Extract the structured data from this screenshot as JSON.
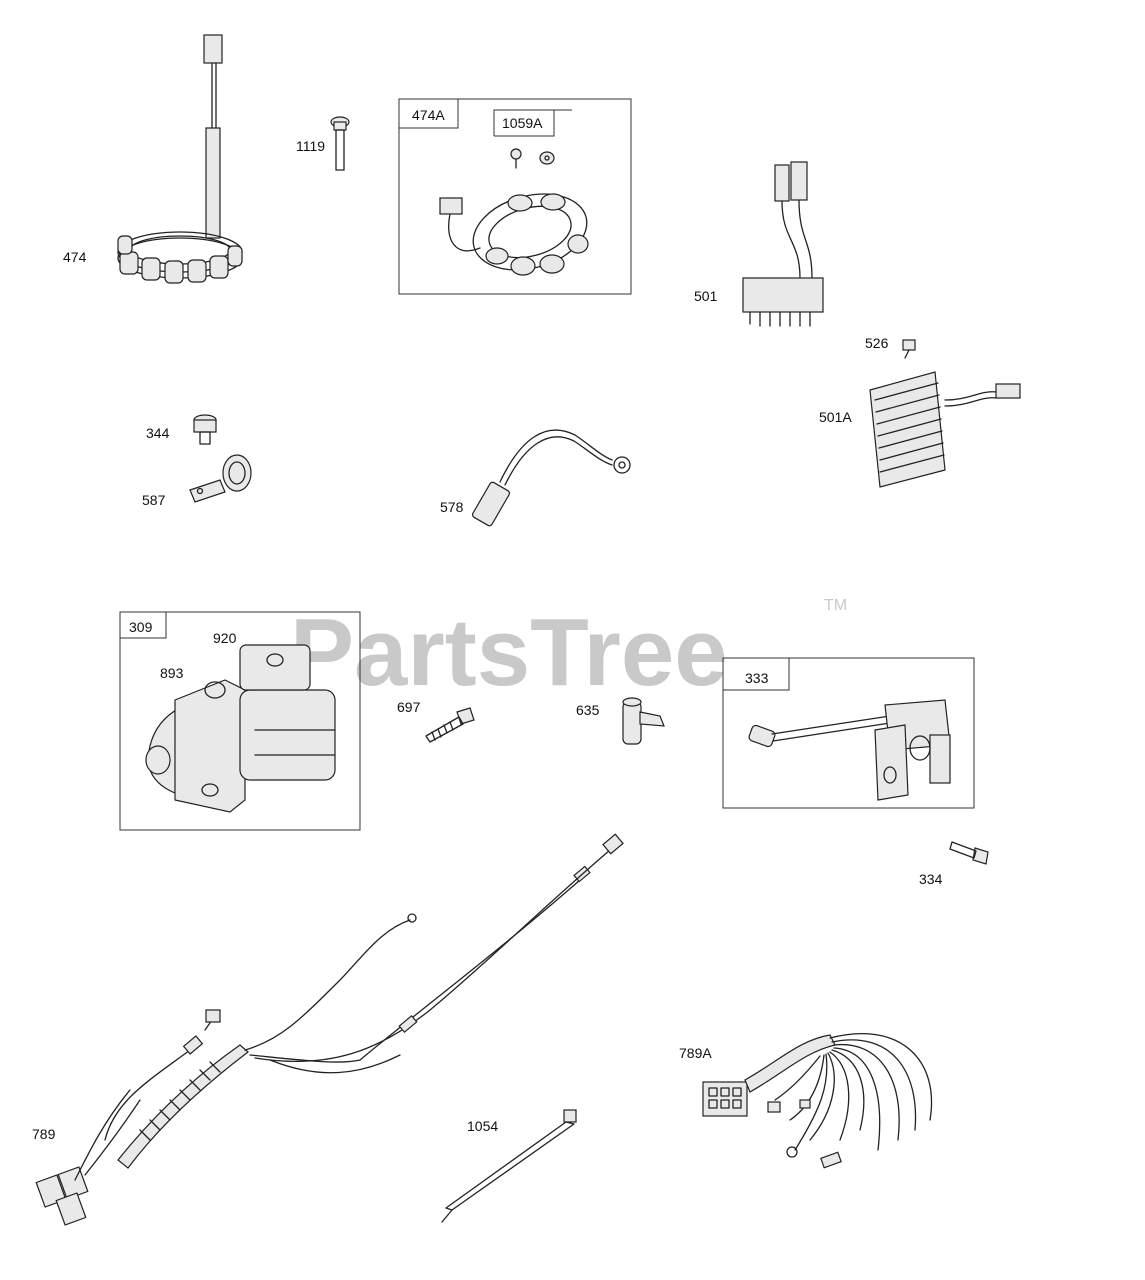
{
  "watermark": {
    "text": "PartsTree",
    "trademark": "TM"
  },
  "callouts": {
    "c474": "474",
    "c1119": "1119",
    "c474A": "474A",
    "c1059A": "1059A",
    "c501": "501",
    "c526": "526",
    "c501A": "501A",
    "c344": "344",
    "c587": "587",
    "c578": "578",
    "c309": "309",
    "c920": "920",
    "c893": "893",
    "c697": "697",
    "c635": "635",
    "c333": "333",
    "c334": "334",
    "c789": "789",
    "c1054": "1054",
    "c789A": "789A"
  },
  "colors": {
    "line": "#222222",
    "watermark": "#c9c9c9",
    "frame": "#333333"
  }
}
